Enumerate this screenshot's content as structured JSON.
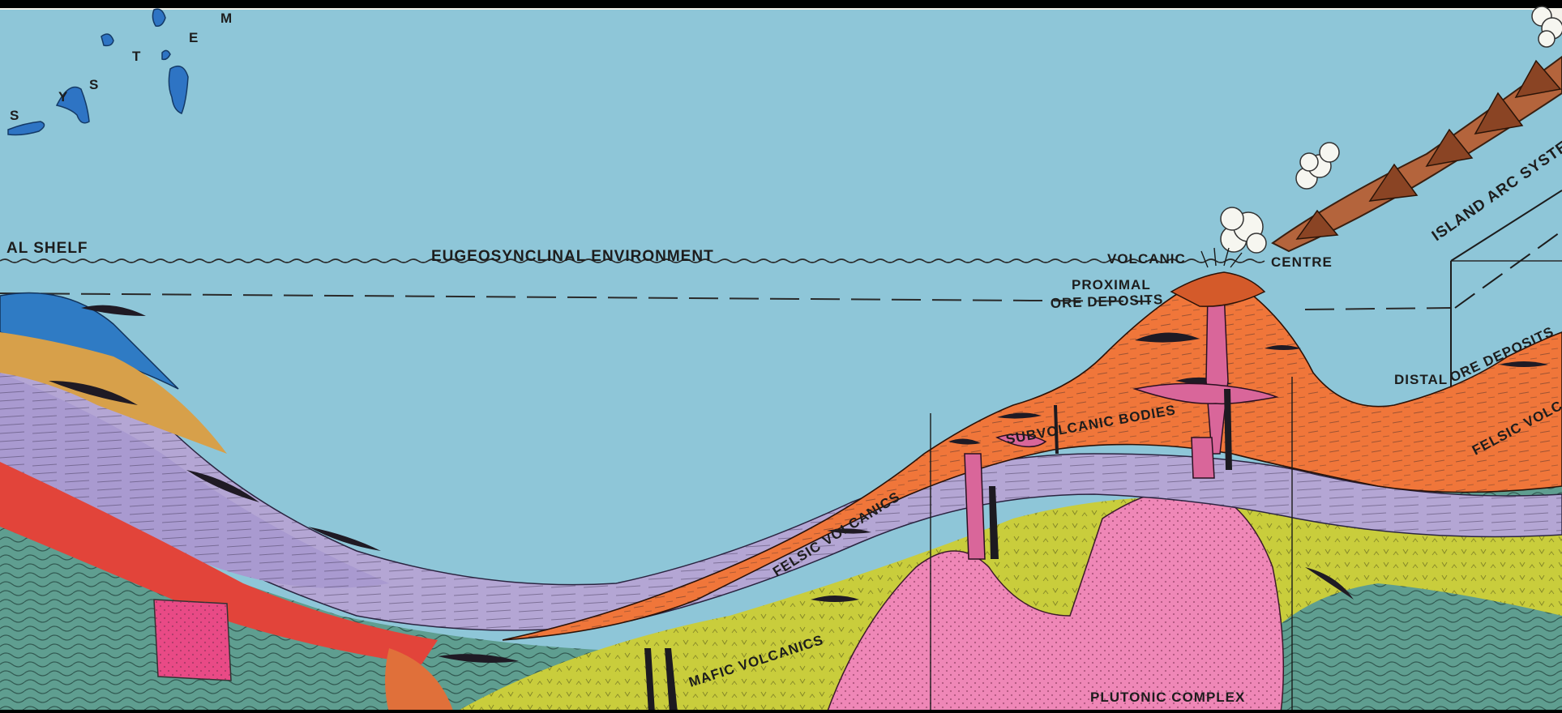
{
  "labels": {
    "shelf": "AL SHELF",
    "eugeosynclinal": "EUGEOSYNCLINAL ENVIRONMENT",
    "volcanic": "VOLCANIC",
    "centre": "CENTRE",
    "proximal": "PROXIMAL",
    "ore_deposits_proximal": "ORE DEPOSITS",
    "distal": "DISTAL",
    "ore_deposits_distal": "ORE DEPOSITS",
    "island_arc": "ISLAND ARC SYSTEM",
    "felsic_volcanics_left": "FELSIC VOLCANICS",
    "felsic_volcanics_right": "FELSIC VOLCANICS",
    "subvolcanic": "SUBVOLCANIC BODIES",
    "mafic": "MAFIC VOLCANICS",
    "plutonic": "PLUTONIC COMPLEX",
    "map_system_letters": [
      "S",
      "Y",
      "S",
      "T",
      "E",
      "M"
    ]
  },
  "colors": {
    "sea": "#8ec6d8",
    "felsic_orange": "#f0763a",
    "shale_purple": "#b4a6d4",
    "mafic_yellow": "#c9cd3c",
    "plutonic_pink": "#ef87b7",
    "basement_green": "#5f9e90",
    "arc_brown": "#b4643c",
    "island_blue": "#2e74c4",
    "red_unit": "#e2443a",
    "blue_unit": "#2f7bc4",
    "tan_unit": "#d7a04a"
  }
}
